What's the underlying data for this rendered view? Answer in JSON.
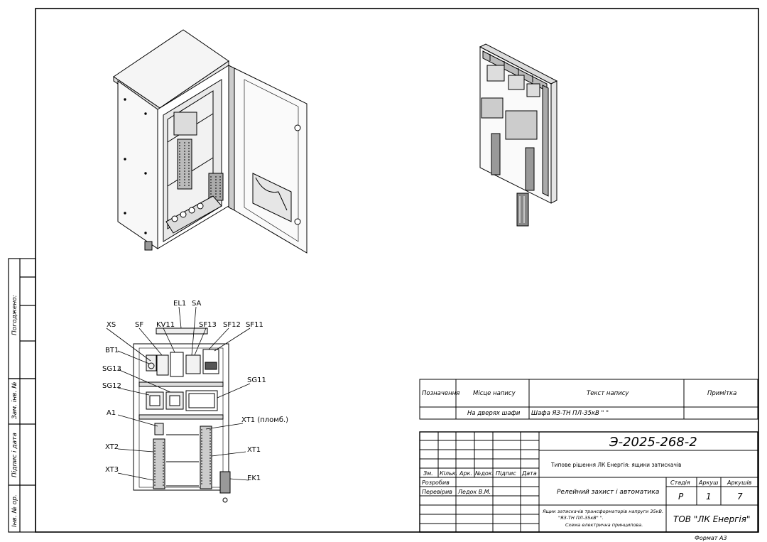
{
  "side_stamp": {
    "approved": "Погоджено:",
    "inv_replaced": "Зам. інв. №",
    "sign_date": "Підпис і дата",
    "inv_orig": "Інв. № ор."
  },
  "components": {
    "xs": "XS",
    "sf": "SF",
    "kv11": "KV11",
    "el1": "EL1",
    "sa": "SA",
    "sf13": "SF13",
    "sf12": "SF12",
    "sf11": "SF11",
    "bt1": "BT1",
    "sg13": "SG13",
    "sg12": "SG12",
    "sg11": "SG11",
    "a1": "A1",
    "xt1_seal": "XT1 (пломб.)",
    "xt2": "XT2",
    "xt1": "XT1",
    "xt3": "XT3",
    "ek1": "EK1"
  },
  "inscriptions": {
    "headers": [
      "Позначення",
      "Місце напису",
      "Текст напису",
      "Примітка"
    ],
    "rows": [
      {
        "designation": "",
        "place": "На дверях шафи",
        "text": "Шафа ЯЗ-ТН ПЛ-35кВ \"           \"",
        "note": ""
      }
    ]
  },
  "title_block": {
    "doc_code": "Э-2025-268-2",
    "project": "Типове рішення ЛК Енергія: ящики затискачів",
    "col_headers": [
      "Зм.",
      "Кільк.",
      "Арк.",
      "№док.",
      "Підпис",
      "Дата"
    ],
    "roles": [
      {
        "role": "Розробив",
        "name": ""
      },
      {
        "role": "Перевірив",
        "name": "Ледок В.М."
      }
    ],
    "section": "Релейний захист і автоматика",
    "stage_label": "Стадія",
    "sheet_label": "Аркуш",
    "sheets_label": "Аркушів",
    "stage": "Р",
    "sheet": "1",
    "sheets": "7",
    "description": [
      "Ящик затискачів трансформаторів напруги 35кВ.",
      "\"ЯЗ-ТН ПЛ-35кВ\"            \".",
      "Схема електрична принципова."
    ],
    "company": "ТОВ \"ЛК Енергія\"",
    "format": "Формат А3"
  }
}
